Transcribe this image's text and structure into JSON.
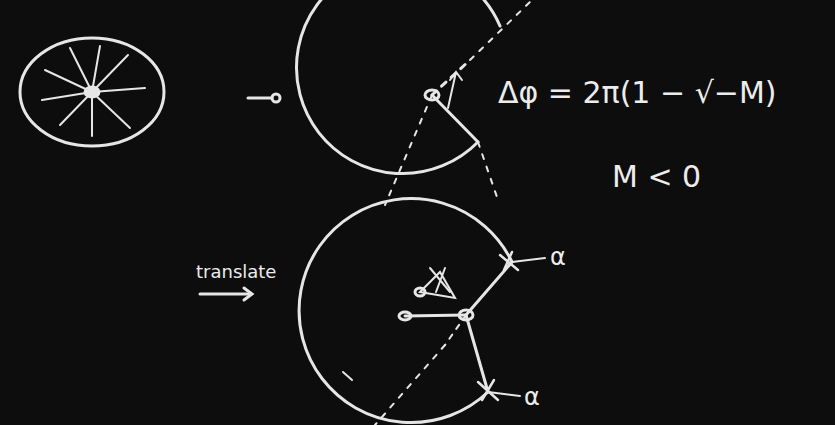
{
  "diagram": {
    "labels": [
      "Δφ = 2π(1 − √−M)",
      "M < 0",
      "translate",
      "α",
      "α"
    ]
  }
}
